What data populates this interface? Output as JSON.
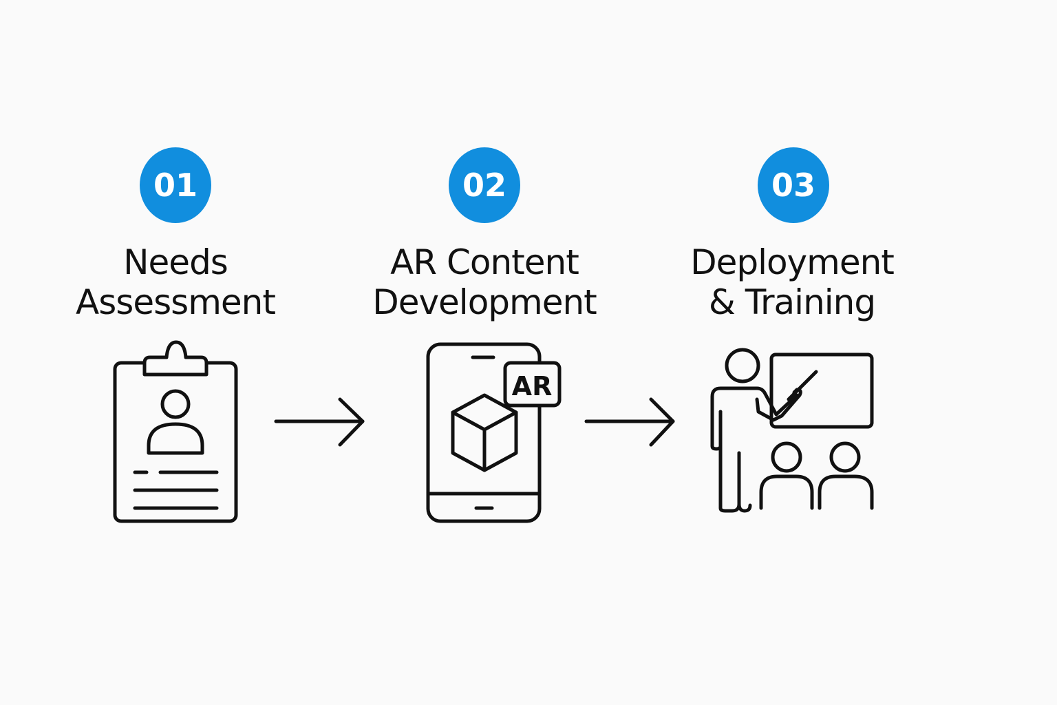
{
  "steps": [
    {
      "number": "01",
      "title_line1": "Needs",
      "title_line2": "Assessment",
      "icon": "clipboard-user-icon"
    },
    {
      "number": "02",
      "title_line1": "AR Content",
      "title_line2": "Development",
      "icon": "phone-ar-cube-icon"
    },
    {
      "number": "03",
      "title_line1": "Deployment",
      "title_line2": "& Training",
      "icon": "presenter-audience-icon"
    }
  ],
  "ar_badge_text": "AR",
  "colors": {
    "accent": "#118ede",
    "stroke": "#111111",
    "background": "#fafafa"
  },
  "connectors": [
    "arrow-right-icon",
    "arrow-right-icon"
  ]
}
